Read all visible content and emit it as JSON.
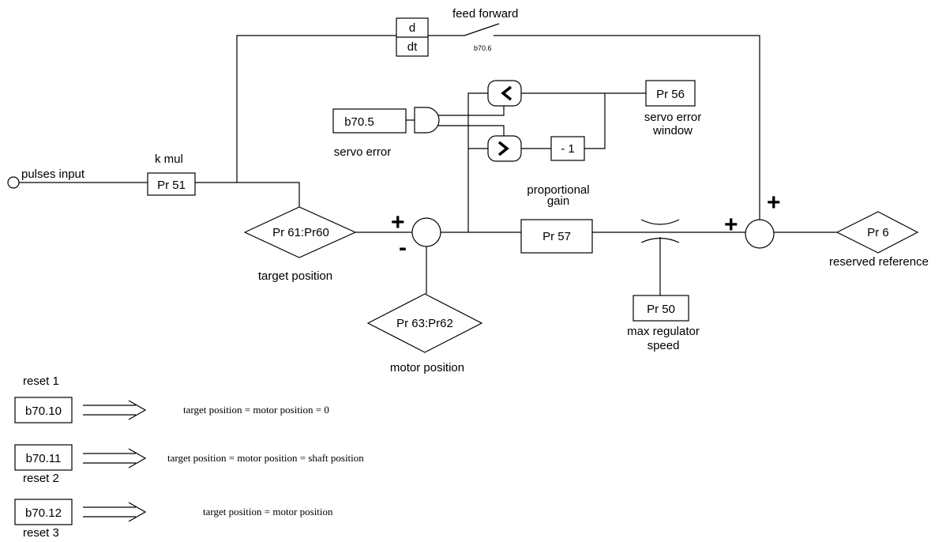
{
  "feed_forward": {
    "label": "feed  forward",
    "deriv_top": "d",
    "deriv_bottom": "dt",
    "switch_bit": "b70.6"
  },
  "input": {
    "label": "pulses input"
  },
  "k_mul": {
    "label": "k mul",
    "param": "Pr 51"
  },
  "target": {
    "param": "Pr 61:Pr60",
    "label": "target position"
  },
  "motor": {
    "param": "Pr 63:Pr62",
    "label": "motor position"
  },
  "servo_error": {
    "bit": "b70.5",
    "label": "servo error"
  },
  "servo_window": {
    "param": "Pr 56",
    "label_line1": "servo error",
    "label_line2": "window"
  },
  "negate": {
    "label": "- 1"
  },
  "gain": {
    "label_line1": "proportional",
    "label_line2": "gain",
    "param": "Pr 57"
  },
  "max_speed": {
    "param": "Pr 50",
    "label_line1": "max regulator",
    "label_line2": "speed"
  },
  "output": {
    "param": "Pr 6",
    "label": "reserved reference"
  },
  "signs": {
    "plus": "+",
    "minus": "-"
  },
  "resets": [
    {
      "name": "reset 1",
      "bit": "b70.10",
      "text": "target position = motor position = 0"
    },
    {
      "name": "reset 2",
      "bit": "b70.11",
      "text": "target position = motor position = shaft position"
    },
    {
      "name": "reset 3",
      "bit": "b70.12",
      "text": "target position = motor position"
    }
  ]
}
